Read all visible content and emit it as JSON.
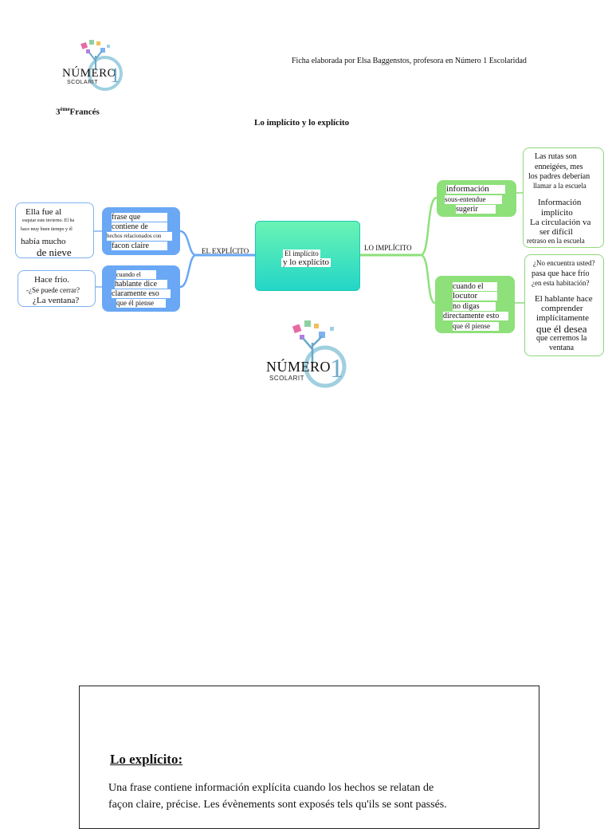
{
  "header": {
    "logo_word": "NÚMERO",
    "logo_sub": "SCOLARIT",
    "logo_num": "1",
    "credit": "Ficha elaborada por Elsa Baggenstos, profesora en Número 1 Escolaridad",
    "grade_main": "3",
    "grade_sup": "ème",
    "grade_rest": "Francés",
    "title": "Lo implícito y lo explícito"
  },
  "mindmap": {
    "center": {
      "line1": "El implícito",
      "line2": "y lo explícito"
    },
    "left_label": "EL EXPLÍCITO",
    "right_label": "LO IMPLÍCITO",
    "left_nodes": [
      {
        "lines": [
          "frase que",
          "contiene de",
          "hechos relacionados con",
          "facon claire"
        ]
      },
      {
        "lines": [
          "cuando el",
          "hablante dice",
          "claramente eso",
          "que él piense"
        ]
      }
    ],
    "left_examples": [
      {
        "lines": [
          "Ella fue al",
          "esquiar este invierno. El ha",
          "hace muy buen tiempo y él",
          "había mucho",
          "de nieve"
        ]
      },
      {
        "lines": [
          "Hace frío.",
          "-¿Se puede cerrar?",
          "¿La ventana?"
        ]
      }
    ],
    "right_nodes": [
      {
        "lines": [
          "información",
          "sous-entendue",
          "sugerir"
        ]
      },
      {
        "lines": [
          "cuando el",
          "locutor",
          "no digas",
          "directamente esto",
          "que él piense"
        ]
      }
    ],
    "right_examples": [
      {
        "lines": [
          "Las rutas son",
          "enneigées, mes",
          "los padres deberían",
          "llamar a la escuela",
          "Información",
          "implícito",
          "La circulación va",
          "ser difícil",
          "retraso en la escuela"
        ]
      },
      {
        "lines": [
          "¿No encuentra usted?",
          "pasa que hace frío",
          "¿en esta habitación?",
          "El hablante hace",
          "comprender",
          "implícitamente",
          "que él desea",
          "que cerremos la",
          "ventana"
        ]
      }
    ]
  },
  "document": {
    "heading": "Lo explícito:",
    "para1": "Una frase contiene información explícita cuando los hechos se relatan de",
    "para2": "façon claire, précise. Les évènements sont exposés tels qu'ils se sont passés."
  },
  "colors": {
    "blue": "#6aa8f5",
    "green": "#8ee07a",
    "teal": "#23d6c7"
  }
}
